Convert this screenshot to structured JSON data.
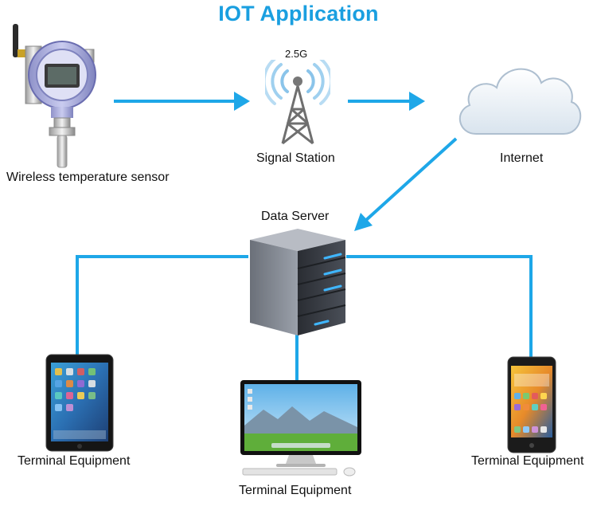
{
  "title": "IOT Application",
  "colors": {
    "accent": "#1a9fe0",
    "connector": "#1ea7e8"
  },
  "nodes": {
    "sensor": {
      "label": "Wireless temperature sensor",
      "icon": "wireless-temperature-sensor-icon"
    },
    "station": {
      "label": "Signal Station",
      "band": "2.5G",
      "icon": "signal-tower-icon"
    },
    "internet": {
      "label": "Internet",
      "icon": "cloud-icon"
    },
    "server": {
      "label": "Data Server",
      "icon": "server-icon"
    },
    "tablet": {
      "label": "Terminal Equipment",
      "icon": "tablet-icon"
    },
    "desktop": {
      "label": "Terminal Equipment",
      "icon": "desktop-computer-icon"
    },
    "phone": {
      "label": "Terminal Equipment",
      "icon": "smartphone-icon"
    }
  }
}
